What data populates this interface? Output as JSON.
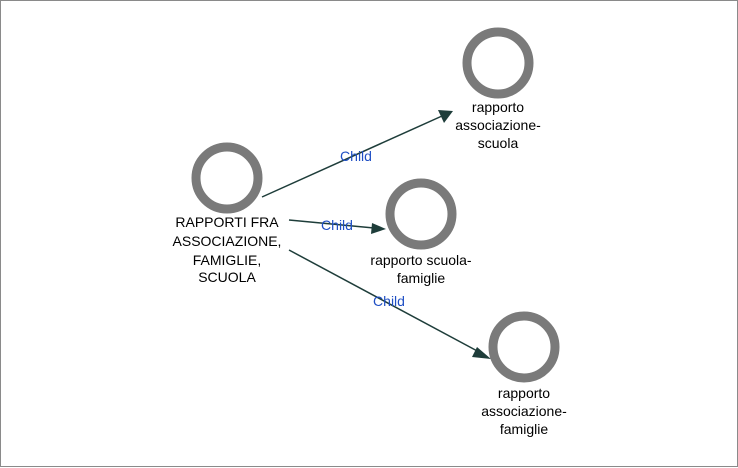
{
  "diagram": {
    "nodes": [
      {
        "id": "root",
        "label_lines": [
          "RAPPORTI FRA",
          "ASSOCIAZIONE,",
          "FAMIGLIE,",
          "SCUOLA"
        ]
      },
      {
        "id": "n1",
        "label_lines": [
          "rapporto",
          "associazione-",
          "scuola"
        ]
      },
      {
        "id": "n2",
        "label_lines": [
          "rapporto scuola-",
          "famiglie"
        ]
      },
      {
        "id": "n3",
        "label_lines": [
          "rapporto",
          "associazione-",
          "famiglie"
        ]
      }
    ],
    "edges": [
      {
        "from": "root",
        "to": "n1",
        "label": "Child"
      },
      {
        "from": "root",
        "to": "n2",
        "label": "Child"
      },
      {
        "from": "root",
        "to": "n3",
        "label": "Child"
      }
    ]
  }
}
